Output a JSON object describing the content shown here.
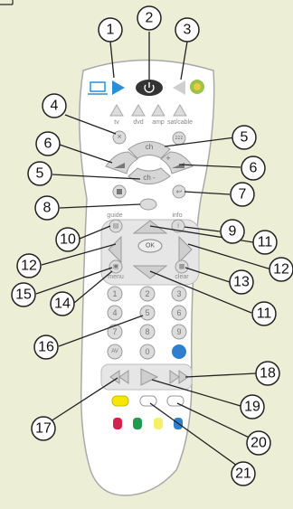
{
  "remote": {
    "device_labels": {
      "tv": "tv",
      "dvd": "dvd",
      "amp": "amp",
      "sat": "sat/cable"
    },
    "rocker_labels": {
      "ch_up": "ch",
      "ch_down": "ch -",
      "vol_up": "+",
      "zzz": "zzz"
    },
    "nav_labels": {
      "guide": "guide",
      "info": "info",
      "menu": "menu",
      "clear": "clear",
      "ok": "OK"
    },
    "digits": [
      "1",
      "2",
      "3",
      "4",
      "5",
      "6",
      "7",
      "8",
      "9",
      "AV",
      "0"
    ],
    "colors": {
      "body": "#ffffff",
      "outline": "#a9a9a9",
      "yellow": "#f7e600",
      "red": "#d6204e",
      "green": "#1f9a4e",
      "blue": "#2f7fd0",
      "lightyellow": "#f4f06a",
      "power": "#333333",
      "accent_blue": "#2a8fd6"
    }
  },
  "callouts": [
    "1",
    "2",
    "3",
    "4",
    "5",
    "5",
    "6",
    "6",
    "7",
    "8",
    "9",
    "10",
    "11",
    "11",
    "12",
    "12",
    "13",
    "14",
    "15",
    "16",
    "17",
    "18",
    "19",
    "20",
    "21"
  ]
}
